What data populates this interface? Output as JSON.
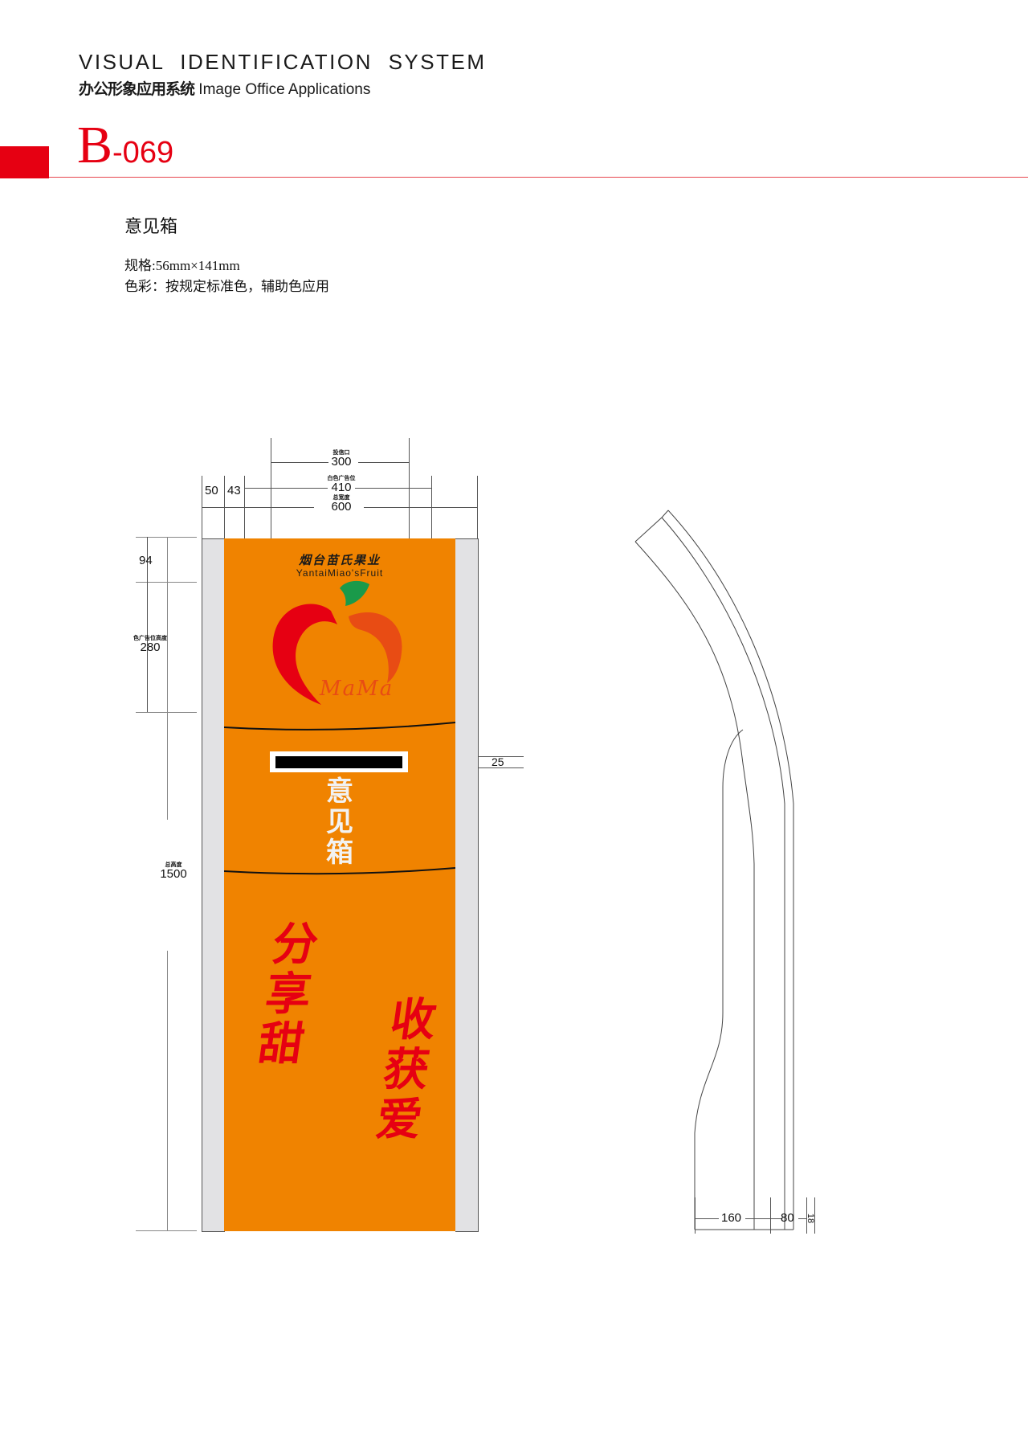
{
  "header": {
    "title_en": "VISUAL IDENTIFICATION SYSTEM",
    "subtitle_cn": "办公形象应用系统",
    "subtitle_en": "Image Office Applications",
    "page_code_letter": "B",
    "page_code_number": "-069",
    "accent_color": "#e60012"
  },
  "item": {
    "title": "意见箱",
    "spec": "规格:56mm×141mm",
    "color_note": "色彩：按规定标准色，辅助色应用"
  },
  "front_view": {
    "panel_color": "#f08300",
    "side_strip_color": "#e2e2e4",
    "brand_cn": "烟台苗氏果业",
    "brand_en": "YantaiMiao'sFruit",
    "logo_text": "MaMa",
    "box_label": [
      "意",
      "见",
      "箱"
    ],
    "slogan_left": [
      "分",
      "享",
      "甜"
    ],
    "slogan_right": [
      "收",
      "获",
      "爱"
    ],
    "dimensions": {
      "slot_label": "投信口",
      "slot_width": "300",
      "ad_label": "白色广告位",
      "ad_width": "410",
      "total_width_label": "总宽度",
      "total_width": "600",
      "side_margin": "50",
      "inner_margin": "43",
      "top_margin": "94",
      "ad_height_label": "色广告位高度",
      "ad_height": "280",
      "total_height_label": "总高度",
      "total_height": "1500",
      "slot_height": "25"
    }
  },
  "side_view": {
    "dimensions": {
      "base_depth": "160",
      "body_depth": "80",
      "panel_thickness": "18"
    }
  }
}
